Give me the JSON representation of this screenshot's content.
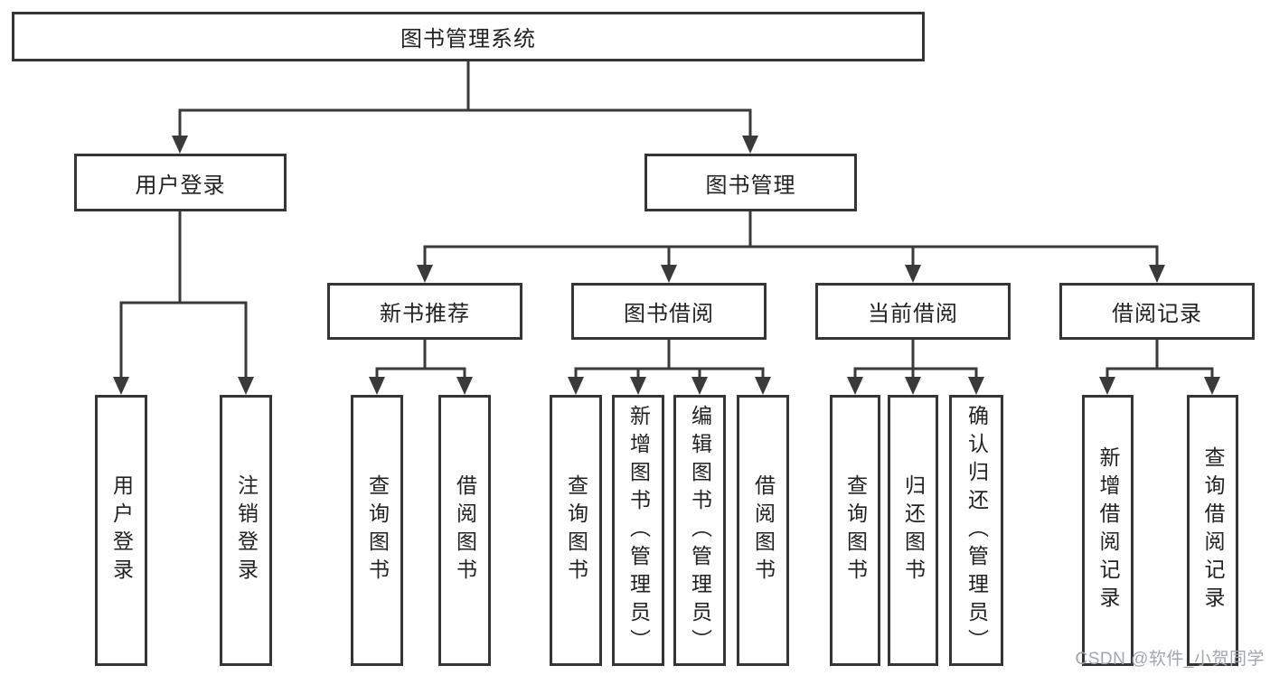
{
  "diagram": {
    "root": {
      "label": "图书管理系统"
    },
    "level2": [
      {
        "label": "用户登录"
      },
      {
        "label": "图书管理"
      }
    ],
    "level3": [
      {
        "label": "新书推荐"
      },
      {
        "label": "图书借阅"
      },
      {
        "label": "当前借阅"
      },
      {
        "label": "借阅记录"
      }
    ],
    "leaves": [
      {
        "label": "用户登录"
      },
      {
        "label": "注销登录"
      },
      {
        "label": "查询图书"
      },
      {
        "label": "借阅图书"
      },
      {
        "label": "查询图书"
      },
      {
        "label": "新增图书（管理员）"
      },
      {
        "label": "编辑图书（管理员）"
      },
      {
        "label": "借阅图书"
      },
      {
        "label": "查询图书"
      },
      {
        "label": "归还图书"
      },
      {
        "label": "确认归还（管理员）"
      },
      {
        "label": "新增借阅记录"
      },
      {
        "label": "查询借阅记录"
      }
    ],
    "watermark": "CSDN @软件_小贺同学",
    "colors": {
      "line": "#3a3a3a",
      "border": "#353535",
      "text": "#222222",
      "watermark": "#a0a5ab",
      "background": "#ffffff"
    }
  }
}
